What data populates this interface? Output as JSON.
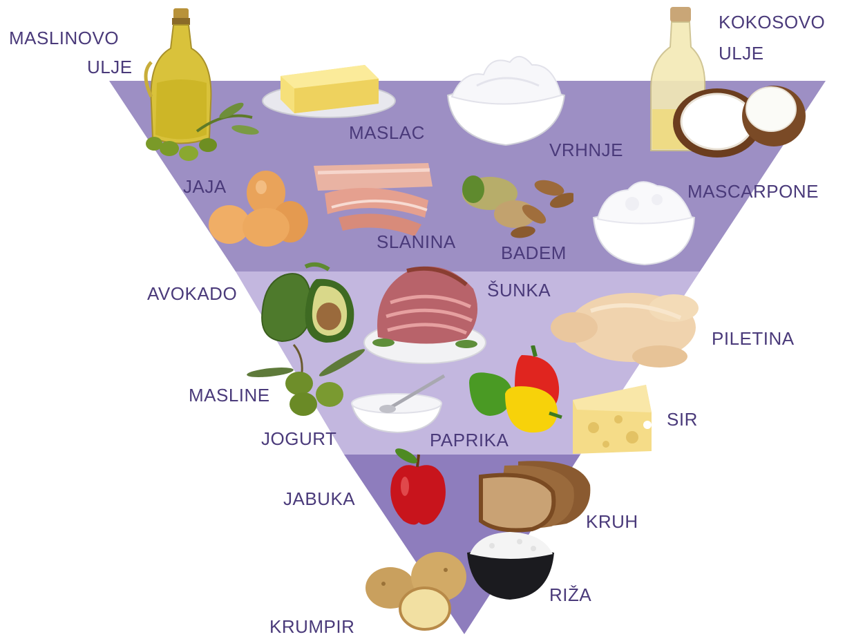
{
  "colors": {
    "label_text": "#4a3a7a",
    "tier_top": "#9d8fc4",
    "tier_middle": "#c3b7df",
    "tier_bottom": "#8e7dbd"
  },
  "pyramid": {
    "tiers": [
      {
        "name": "top-tier",
        "items": [
          "maslac",
          "vrhnje",
          "jaja",
          "slanina",
          "badem",
          "mascarpone"
        ]
      },
      {
        "name": "middle-tier",
        "items": [
          "avokado",
          "sunka",
          "piletina",
          "masline",
          "jogurt",
          "paprika",
          "sir"
        ]
      },
      {
        "name": "bottom-tier",
        "items": [
          "jabuka",
          "kruh",
          "riza",
          "krumpir"
        ]
      }
    ]
  },
  "labels": {
    "maslinovo_ulje_line1": "MASLINOVO",
    "maslinovo_ulje_line2": "ULJE",
    "kokosovo_ulje_line1": "KOKOSOVO",
    "kokosovo_ulje_line2": "ULJE",
    "maslac": "MASLAC",
    "vrhnje": "VRHNJE",
    "jaja": "JAJA",
    "slanina": "SLANINA",
    "badem": "BADEM",
    "mascarpone": "MASCARPONE",
    "avokado": "AVOKADO",
    "sunka": "ŠUNKA",
    "piletina": "PILETINA",
    "masline": "MASLINE",
    "jogurt": "JOGURT",
    "paprika": "PAPRIKA",
    "sir": "SIR",
    "jabuka": "JABUKA",
    "kruh": "KRUH",
    "riza": "RIŽA",
    "krumpir": "KRUMPIR"
  }
}
